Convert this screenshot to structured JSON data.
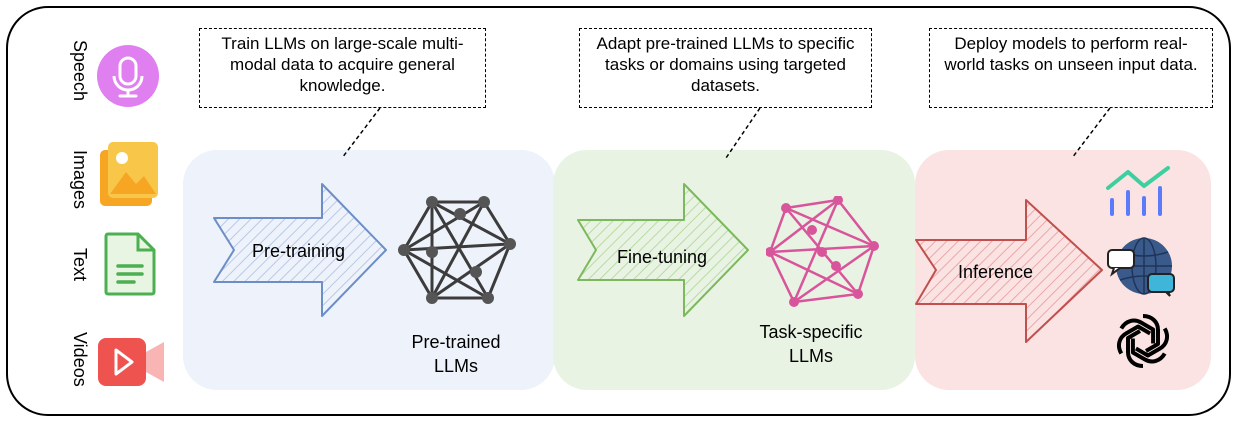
{
  "modalities": [
    {
      "label": "Speech",
      "icon": "microphone-icon",
      "color": "#e07ff0"
    },
    {
      "label": "Images",
      "icon": "image-icon",
      "color": "#f6b52e"
    },
    {
      "label": "Text",
      "icon": "document-icon",
      "color": "#4caf50"
    },
    {
      "label": "Videos",
      "icon": "video-icon",
      "color": "#ef5350"
    }
  ],
  "stages": [
    {
      "arrow_label": "Pre-training",
      "callout": "Train LLMs on large-scale multi-modal data to acquire general knowledge.",
      "model_label": "Pre-trained LLMs",
      "bg_color": "#eef2fb",
      "arrow_color": "#6b8ec7",
      "network_color": "#3c3c3c"
    },
    {
      "arrow_label": "Fine-tuning",
      "callout": "Adapt pre-trained LLMs to specific tasks or domains using targeted datasets.",
      "model_label": "Task-specific LLMs",
      "bg_color": "#e9f3e4",
      "arrow_color": "#7cb95c",
      "network_color": "#d9559b"
    },
    {
      "arrow_label": "Inference",
      "callout": "Deploy models to perform real-world tasks on unseen input data.",
      "bg_color": "#fbe3e3",
      "arrow_color": "#c0504d"
    }
  ],
  "outputs": [
    {
      "icon": "analytics-chart-icon"
    },
    {
      "icon": "globe-chat-icon"
    },
    {
      "icon": "openai-logo-icon"
    }
  ]
}
